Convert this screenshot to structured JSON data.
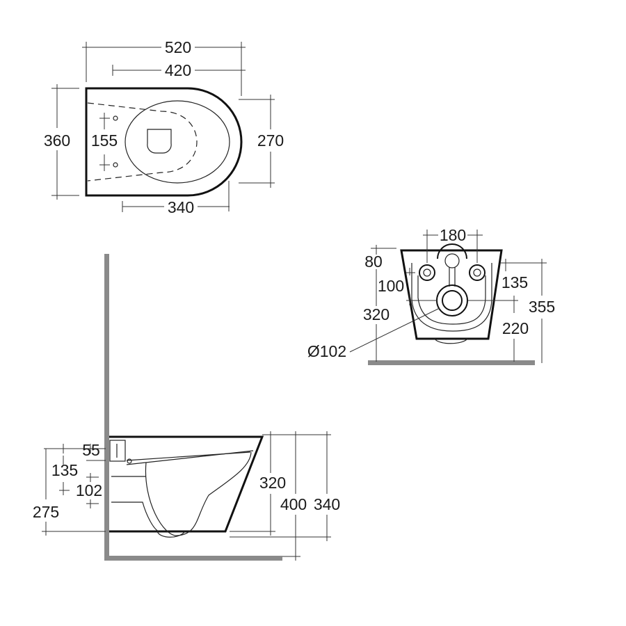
{
  "top_view": {
    "width_total": "520",
    "width_bowl": "420",
    "depth_total": "360",
    "fixing_spacing": "155",
    "depth_bowl": "270",
    "bowl_length": "340"
  },
  "rear_view": {
    "fixing_centres": "180",
    "dim_80": "80",
    "dim_100": "100",
    "dim_320": "320",
    "dim_135": "135",
    "dim_355": "355",
    "dim_220": "220",
    "outlet_diameter": "Ø102"
  },
  "side_view": {
    "dim_55": "55",
    "dim_135": "135",
    "dim_102": "102",
    "dim_275": "275",
    "dim_320": "320",
    "dim_400": "400",
    "dim_340": "340"
  }
}
